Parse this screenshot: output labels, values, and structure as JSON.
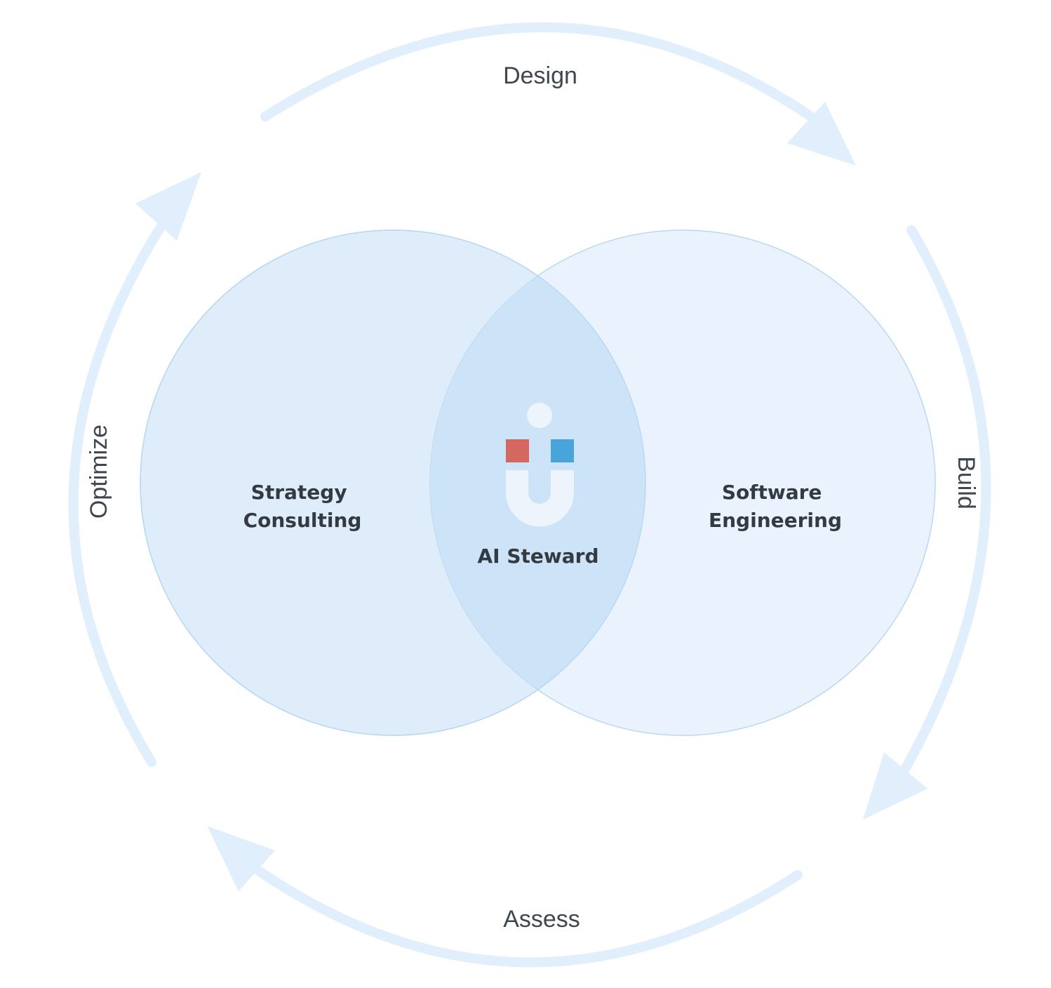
{
  "cycle": {
    "design_label": "Design",
    "build_label": "Build",
    "assess_label": "Assess",
    "optimize_label": "Optimize"
  },
  "venn": {
    "left_label_line1": "Strategy",
    "left_label_line2": "Consulting",
    "right_label_line1": "Software",
    "right_label_line2": "Engineering",
    "center_label": "AI Steward"
  },
  "colors": {
    "arrow": "#e1eefb",
    "left_circle": "#dfedfb",
    "right_circle": "#e9f2fd",
    "overlap": "#cde3f7",
    "circle_stroke": "#b9d9f2",
    "logo_red": "#d4675f",
    "logo_blue": "#4aa4dc",
    "logo_light": "#edf4fc",
    "text": "#343a42"
  }
}
